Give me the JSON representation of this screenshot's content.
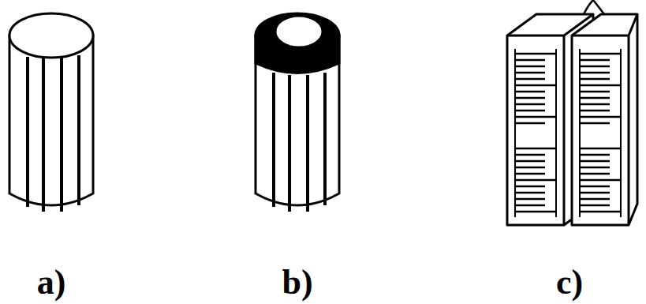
{
  "diagram": {
    "labels": [
      "a)",
      "b)",
      "c)"
    ]
  }
}
